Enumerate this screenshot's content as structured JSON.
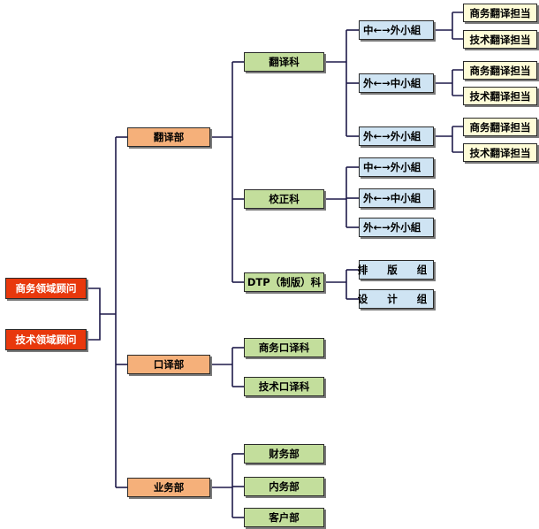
{
  "advisors": [
    "商务领域顾问",
    "技术领域顾问"
  ],
  "departments": {
    "translation": "翻译部",
    "interpretation": "口译部",
    "business": "业务部"
  },
  "sections": {
    "translation_section": "翻译科",
    "proofreading_section": "校正科",
    "dtp_section": "DTP（制版）科",
    "business_interp": "商务口译科",
    "tech_interp": "技术口译科",
    "finance": "财务部",
    "internal": "内务部",
    "customer": "客户部"
  },
  "groups": {
    "zh_to_foreign": "中←→外小組",
    "foreign_to_zh": "外←→中小組",
    "foreign_to_foreign": "外←→外小組",
    "typesetting": "排 版 组",
    "design": "设 计 组"
  },
  "staff": {
    "business_translator": "商务翻译担当",
    "tech_translator": "技术翻译担当"
  }
}
